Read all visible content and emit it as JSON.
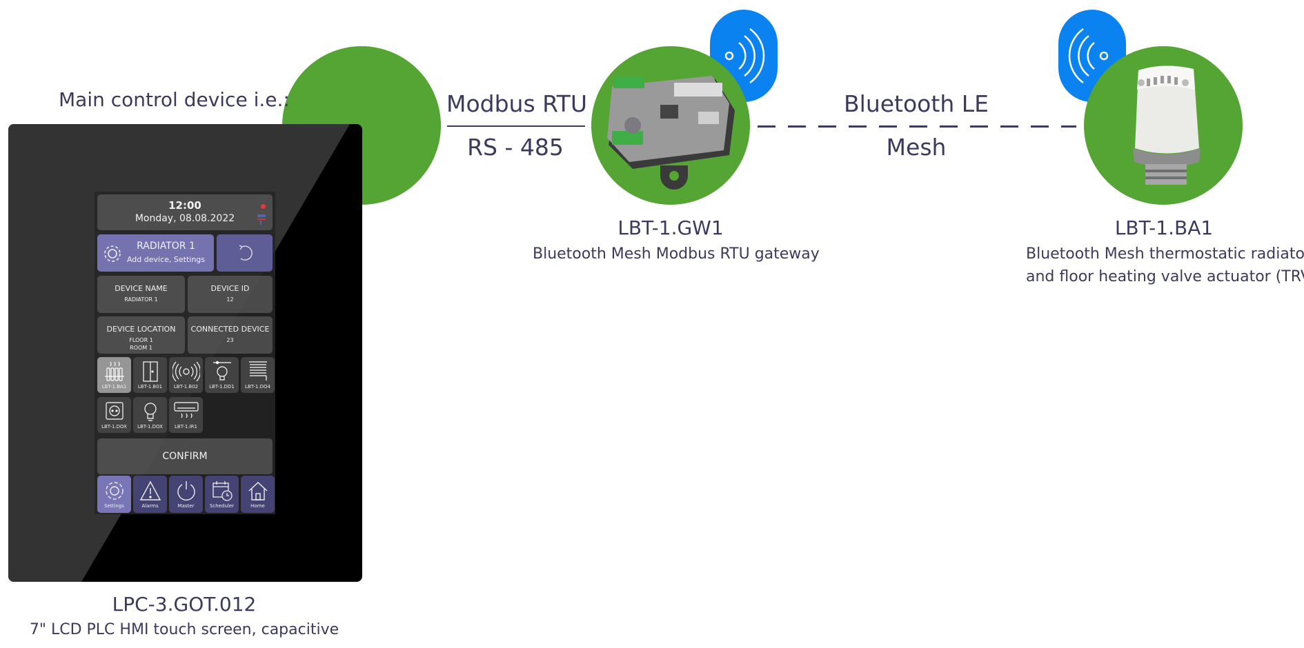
{
  "left_device": {
    "caption_title": "Main control device i.e.:",
    "model": "LPC-3.GOT.012",
    "description": "7\" LCD PLC HMI touch screen, capacitive",
    "screen": {
      "time": "12:00",
      "date": "Monday, 08.08.2022",
      "header_tile": {
        "title": "RADIATOR 1",
        "subtitle": "Add device, Settings"
      },
      "fields": [
        {
          "label": "DEVICE NAME",
          "value": "RADIATOR 1"
        },
        {
          "label": "DEVICE ID",
          "value": "12"
        },
        {
          "label": "DEVICE LOCATION",
          "value": "FLOOR 1",
          "value2": "ROOM 1"
        },
        {
          "label": "CONNECTED DEVICE",
          "value": "23"
        }
      ],
      "devices": [
        {
          "label": "LBT-1.BA1",
          "icon": "radiator-icon"
        },
        {
          "label": "LBT-1.B01",
          "icon": "door-icon"
        },
        {
          "label": "LBT-1.B02",
          "icon": "beacon-icon"
        },
        {
          "label": "LBT-1.DD1",
          "icon": "dimmer-bulb-icon"
        },
        {
          "label": "LBT-1.DO4",
          "icon": "blinds-icon"
        },
        {
          "label": "LBT-1.DOX",
          "icon": "socket-icon"
        },
        {
          "label": "LBT-1.DOX",
          "icon": "bulb-icon"
        },
        {
          "label": "LBT-1.IR1",
          "icon": "air-conditioner-icon"
        }
      ],
      "confirm_label": "CONFIRM",
      "nav": [
        {
          "label": "Settings",
          "icon": "gear-icon"
        },
        {
          "label": "Alarms",
          "icon": "warning-icon"
        },
        {
          "label": "Master",
          "icon": "power-icon"
        },
        {
          "label": "Scheduler",
          "icon": "calendar-clock-icon"
        },
        {
          "label": "Home",
          "icon": "home-icon"
        }
      ]
    }
  },
  "link1": {
    "top": "Modbus RTU",
    "bottom": "RS - 485"
  },
  "gateway": {
    "model": "LBT-1.GW1",
    "description": "Bluetooth Mesh Modbus RTU gateway"
  },
  "link2": {
    "top": "Bluetooth LE",
    "bottom": "Mesh"
  },
  "actuator": {
    "model": "LBT-1.BA1",
    "description_line1": "Bluetooth Mesh thermostatic radiator",
    "description_line2": "and  floor heating valve actuator (TRV)"
  },
  "colors": {
    "green": "#54a534",
    "blue": "#0a82f0",
    "text": "#3b3a5c",
    "screen_purple": "#8280c8"
  }
}
